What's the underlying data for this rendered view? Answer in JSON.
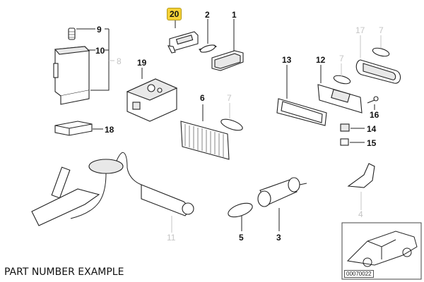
{
  "diagram": {
    "caption": "PART NUMBER EXAMPLE",
    "inset_code": "00070022",
    "highlight_color": "#f6d237",
    "callouts": [
      {
        "id": "c20",
        "label": "20",
        "highlighted": true,
        "dimmed": false
      },
      {
        "id": "c2",
        "label": "2",
        "highlighted": false,
        "dimmed": false
      },
      {
        "id": "c1",
        "label": "1",
        "highlighted": false,
        "dimmed": false
      },
      {
        "id": "c9",
        "label": "9",
        "highlighted": false,
        "dimmed": false
      },
      {
        "id": "c10",
        "label": "10",
        "highlighted": false,
        "dimmed": false
      },
      {
        "id": "c8",
        "label": "8",
        "highlighted": false,
        "dimmed": true
      },
      {
        "id": "c19",
        "label": "19",
        "highlighted": false,
        "dimmed": false
      },
      {
        "id": "c18",
        "label": "18",
        "highlighted": false,
        "dimmed": false
      },
      {
        "id": "c6",
        "label": "6",
        "highlighted": false,
        "dimmed": false
      },
      {
        "id": "c7a",
        "label": "7",
        "highlighted": false,
        "dimmed": true
      },
      {
        "id": "c13",
        "label": "13",
        "highlighted": false,
        "dimmed": false
      },
      {
        "id": "c12",
        "label": "12",
        "highlighted": false,
        "dimmed": false
      },
      {
        "id": "c7b",
        "label": "7",
        "highlighted": false,
        "dimmed": true
      },
      {
        "id": "c17",
        "label": "17",
        "highlighted": false,
        "dimmed": true
      },
      {
        "id": "c7c",
        "label": "7",
        "highlighted": false,
        "dimmed": true
      },
      {
        "id": "c16",
        "label": "16",
        "highlighted": false,
        "dimmed": false
      },
      {
        "id": "c14",
        "label": "14",
        "highlighted": false,
        "dimmed": false
      },
      {
        "id": "c15",
        "label": "15",
        "highlighted": false,
        "dimmed": false
      },
      {
        "id": "c11",
        "label": "11",
        "highlighted": false,
        "dimmed": true
      },
      {
        "id": "c5",
        "label": "5",
        "highlighted": false,
        "dimmed": false
      },
      {
        "id": "c3",
        "label": "3",
        "highlighted": false,
        "dimmed": false
      },
      {
        "id": "c4",
        "label": "4",
        "highlighted": false,
        "dimmed": true
      }
    ]
  }
}
